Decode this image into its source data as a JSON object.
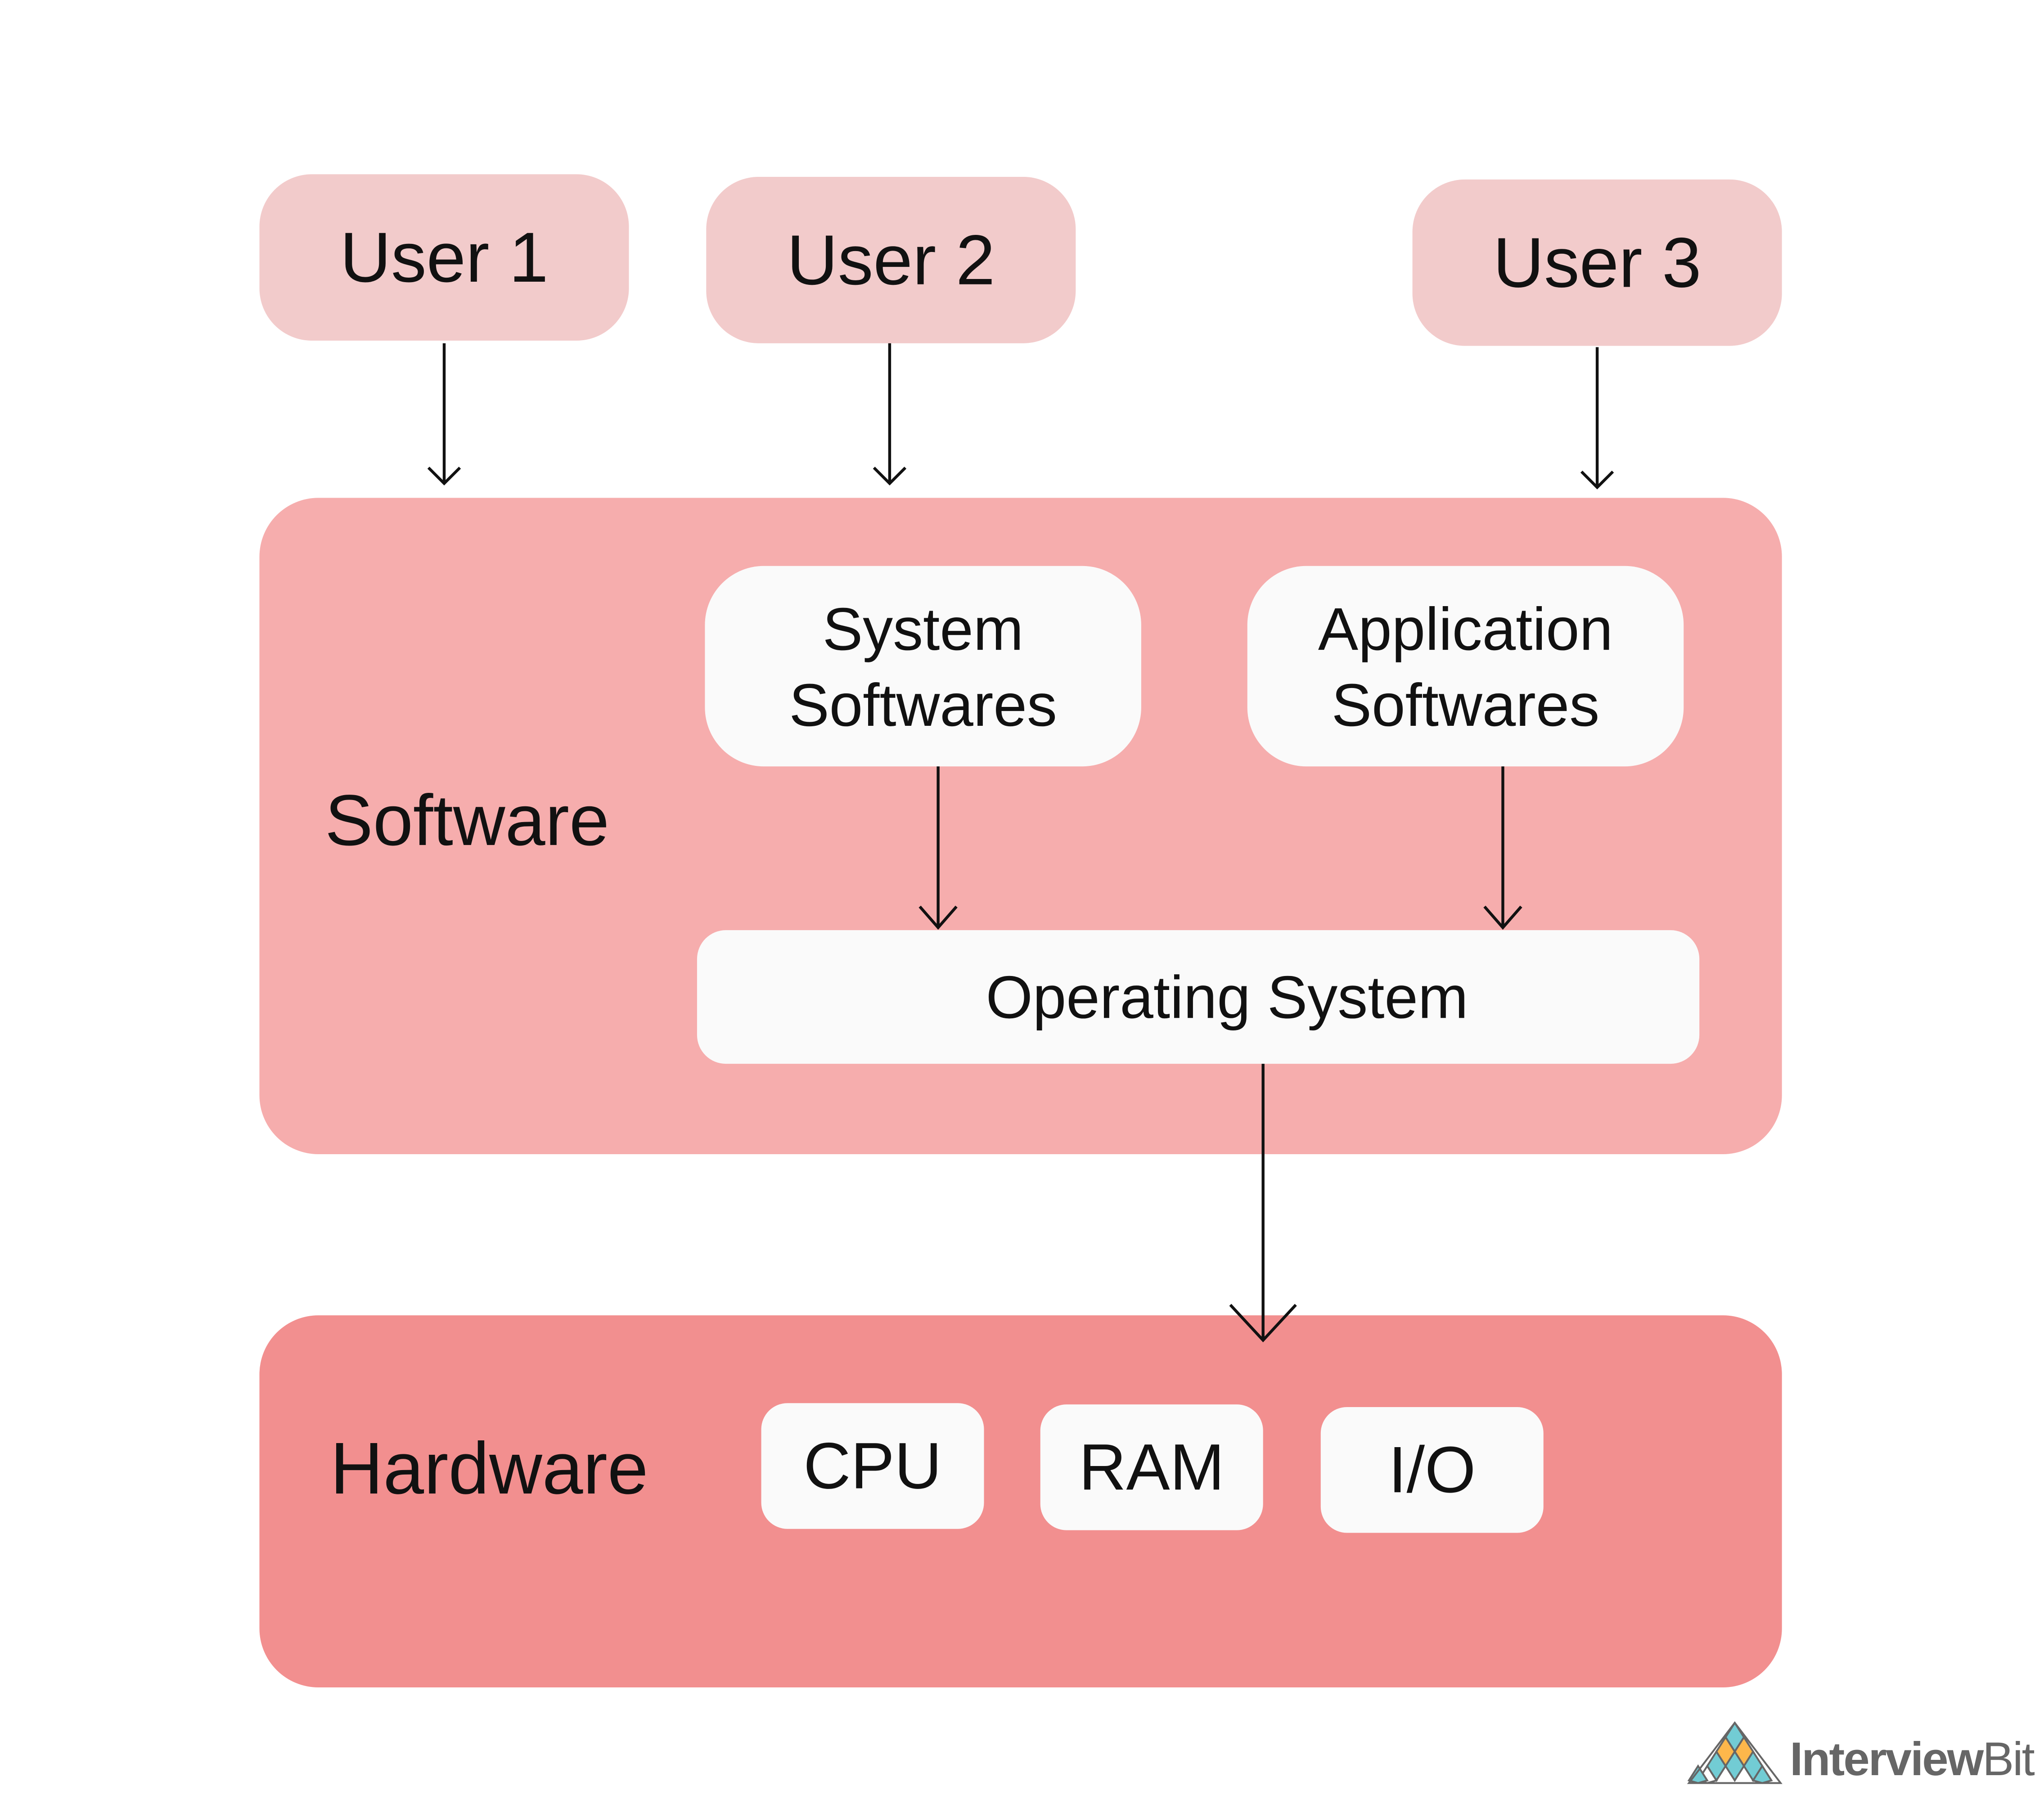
{
  "users": [
    "User 1",
    "User 2",
    "User 3"
  ],
  "software": {
    "label": "Software",
    "system_softwares": [
      "System",
      "Softwares"
    ],
    "application_softwares": [
      "Application",
      "Softwares"
    ],
    "operating_system": "Operating System"
  },
  "hardware": {
    "label": "Hardware",
    "components": [
      "CPU",
      "RAM",
      "I/O"
    ]
  },
  "logo": {
    "text_bold": "Interview",
    "text_light": "Bit"
  },
  "colors": {
    "user_box": "#f2cbcb",
    "software_panel": "#f6adad",
    "hardware_panel": "#f28f8f",
    "inner_box": "#fafafa",
    "logo_teal": "#72ccd4",
    "logo_orange": "#fdb74b"
  }
}
